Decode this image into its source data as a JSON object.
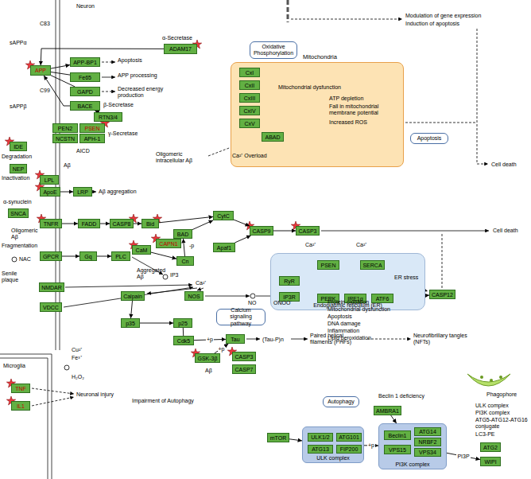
{
  "diagram": {
    "nodes": [
      {
        "text": [
          "ADAM17"
        ]
      },
      {
        "text": [
          "APP"
        ]
      },
      {
        "text": [
          "APP-BP1"
        ]
      },
      {
        "text": [
          "Fe65"
        ]
      },
      {
        "text": [
          "GAPD"
        ]
      },
      {
        "text": [
          "BACE"
        ]
      },
      {
        "text": [
          "RTN3/4"
        ]
      },
      {
        "text": [
          "PEN2"
        ]
      },
      {
        "text": [
          "PSEN"
        ]
      },
      {
        "text": [
          "NCSTN"
        ]
      },
      {
        "text": [
          "APH-1"
        ]
      },
      {
        "text": [
          "Oxidative Phosphorylation"
        ]
      },
      {
        "text": [
          "Mitochondria"
        ]
      },
      {
        "text": [
          "CxI"
        ],
        "in": 12
      },
      {
        "text": [
          "CxII"
        ],
        "in": 12
      },
      {
        "text": [
          "CxIII"
        ],
        "in": 12
      },
      {
        "text": [
          "CxIV"
        ],
        "in": 12
      },
      {
        "text": [
          "CxV"
        ],
        "in": 12
      },
      {
        "text": [
          "ABAD"
        ],
        "in": 12
      },
      {
        "text": [
          "IDE"
        ]
      },
      {
        "text": [
          "NEP"
        ]
      },
      {
        "text": [
          "LPL"
        ]
      },
      {
        "text": [
          "ApoE"
        ]
      },
      {
        "text": [
          "LRP"
        ]
      },
      {
        "text": [
          "Apoptosis"
        ]
      },
      {
        "text": [
          "TNFR"
        ]
      },
      {
        "text": [
          "FADD"
        ]
      },
      {
        "text": [
          "CASP8"
        ]
      },
      {
        "text": [
          "Bid"
        ]
      },
      {
        "text": [
          "CytC"
        ]
      },
      {
        "text": [
          "BAD"
        ]
      },
      {
        "text": [
          "Apaf1"
        ]
      },
      {
        "text": [
          "CASP9"
        ]
      },
      {
        "text": [
          "CASP3"
        ]
      },
      {
        "text": [
          "CaM"
        ]
      },
      {
        "text": [
          "Cn"
        ]
      },
      {
        "text": [
          "SNCA"
        ]
      },
      {
        "text": [
          "GPCR"
        ]
      },
      {
        "text": [
          "Gq"
        ]
      },
      {
        "text": [
          "PLC"
        ]
      },
      {
        "text": [
          "CAPN1"
        ]
      },
      {
        "text": [
          "Endoplasmic reticulum (ER)"
        ]
      },
      {
        "text": [
          "PSEN"
        ],
        "in": 41
      },
      {
        "text": [
          "SERCA"
        ],
        "in": 41
      },
      {
        "text": [
          "RyR"
        ],
        "in": 41
      },
      {
        "text": [
          "IP3R"
        ],
        "in": 41
      },
      {
        "text": [
          "PERK"
        ],
        "in": 41
      },
      {
        "text": [
          "IRE1α"
        ],
        "in": 41
      },
      {
        "text": [
          "ATF6"
        ],
        "in": 41
      },
      {
        "text": [
          "CASP12"
        ]
      },
      {
        "text": [
          "NMDAR"
        ]
      },
      {
        "text": [
          "VDCC"
        ]
      },
      {
        "text": [
          "Calcium signaling pathway"
        ]
      },
      {
        "text": [
          "Calpain"
        ]
      },
      {
        "text": [
          "NOS"
        ]
      },
      {
        "text": [
          "p35"
        ]
      },
      {
        "text": [
          "p25"
        ]
      },
      {
        "text": [
          "Cdk5"
        ]
      },
      {
        "text": [
          "Tau"
        ]
      },
      {
        "text": [
          "GSK-3β"
        ]
      },
      {
        "text": [
          "CASP3"
        ]
      },
      {
        "text": [
          "CASP7"
        ]
      },
      {
        "text": [
          "TNF"
        ]
      },
      {
        "text": [
          "IL1"
        ]
      },
      {
        "text": [
          "Autophagy"
        ]
      },
      {
        "text": [
          "AMBRA1"
        ]
      },
      {
        "text": [
          "mTOR"
        ]
      },
      {
        "text": [
          "ULK complex"
        ]
      },
      {
        "text": [
          "ULK1/2"
        ],
        "in": 67
      },
      {
        "text": [
          "ATG101"
        ],
        "in": 67
      },
      {
        "text": [
          "ATG13"
        ],
        "in": 67
      },
      {
        "text": [
          "FIP200"
        ],
        "in": 67
      },
      {
        "text": [
          "PI3K complex"
        ]
      },
      {
        "text": [
          "Beclin1"
        ],
        "in": 72
      },
      {
        "text": [
          "ATG14"
        ],
        "in": 72
      },
      {
        "text": [
          "NRBF2"
        ],
        "in": 72
      },
      {
        "text": [
          "VPS15"
        ],
        "in": 72
      },
      {
        "text": [
          "VPS34"
        ],
        "in": 72
      },
      {
        "text": [
          "ATG2"
        ]
      },
      {
        "text": [
          "WIPI"
        ]
      }
    ],
    "edges": [
      {
        "from": 0,
        "to": 1,
        "arrow": "to"
      },
      {
        "from": 1,
        "to": 2,
        "arrow": "to"
      },
      {
        "from": 1,
        "to": 3,
        "arrow": "none"
      },
      {
        "from": 1,
        "to": 4,
        "arrow": "none"
      },
      {
        "from": 5,
        "to": 1,
        "arrow": "to"
      },
      {
        "from": 6,
        "to": 5,
        "arrow": "to"
      },
      {
        "from": 22,
        "to": 23,
        "arrow": "to"
      },
      {
        "from": 25,
        "to": 26,
        "arrow": "to"
      },
      {
        "from": 26,
        "to": 27,
        "arrow": "to"
      },
      {
        "from": 27,
        "to": 28,
        "arrow": "to"
      },
      {
        "from": 28,
        "to": 29,
        "arrow": "to"
      },
      {
        "from": 35,
        "to": 30,
        "arrow": "to"
      },
      {
        "from": 34,
        "to": 35,
        "arrow": "to"
      },
      {
        "from": 30,
        "to": 29,
        "arrow": "to"
      },
      {
        "from": 29,
        "to": 32,
        "arrow": "to"
      },
      {
        "from": 31,
        "to": 32,
        "arrow": "to"
      },
      {
        "from": 32,
        "to": 33,
        "arrow": "to"
      },
      {
        "from": 37,
        "to": 38,
        "arrow": "to"
      },
      {
        "from": 38,
        "to": 39,
        "arrow": "to"
      },
      {
        "from": 42,
        "to": 44,
        "arrow": "to"
      },
      {
        "from": 42,
        "to": 43,
        "arrow": "none"
      },
      {
        "from": 53,
        "to": 55,
        "arrow": "to"
      },
      {
        "from": 55,
        "to": 56,
        "arrow": "to"
      },
      {
        "from": 56,
        "to": 57,
        "arrow": "none"
      },
      {
        "from": 57,
        "to": 58,
        "arrow": "to",
        "label": "+p"
      },
      {
        "from": 59,
        "to": 58,
        "arrow": "to",
        "label": "+p"
      },
      {
        "from": 66,
        "to": 67,
        "arrow": "to"
      },
      {
        "from": 67,
        "to": 72,
        "arrow": "to",
        "label": "+p"
      },
      {
        "from": 65,
        "to": 72,
        "arrow": "to"
      },
      {
        "from": 72,
        "to": 79,
        "arrow": "to",
        "label": "PI3P"
      },
      {
        "from": 48,
        "to": 49,
        "arrow": "to"
      }
    ],
    "labels": [
      "Neuron",
      "sAPPα",
      "C83",
      "α-Secretase",
      "Apoptosis",
      "APP processing",
      "Decreased energy production",
      "sAPPβ",
      "C99",
      "β-Secretase",
      "γ-Secretase",
      "AICD",
      "Oligomeric intracellular Aβ",
      "Aβ",
      "Degradation",
      "Inactivation",
      "Aβ aggregation",
      "α-synuclein",
      "Oligomeric Aβ",
      "Fragmentation",
      "NAC",
      "Senile plaque",
      "Aggregated Aβ",
      "IP3",
      "Ca²⁺",
      "Ca²⁺ Overload",
      "Mitochondrial dysfunction",
      "ATP depletion",
      "Fall in mitochondrial membrane potential",
      "Increased ROS",
      "Modulation of gene expression",
      "Induction of apoptosis",
      "Cell death",
      "Cell death",
      "Ca²⁺",
      "Ca²⁺",
      "ER stress",
      "-p",
      "NO",
      "ONOO⁻",
      "Protein oxidation",
      "Mitochondrial dysfunction",
      "Apoptosis",
      "DNA damage",
      "Inflammation",
      "Lipid peroxidation",
      "(Tau-P)n",
      "Paired helical filaments (PHFs)",
      "Neurofibrillary tangles (NFTs)",
      "Aβ",
      "Cu²⁺",
      "Fe³⁺",
      "H₂O₂",
      "Microglia",
      "Neuronal injury",
      "Impairment of Autophagy",
      "Beclin 1 deficiency",
      "Phagophore",
      "ULK complex",
      "PI3K complex",
      "ATG5-ATG12-ATG16 conjugate",
      "LC3-PE"
    ]
  }
}
